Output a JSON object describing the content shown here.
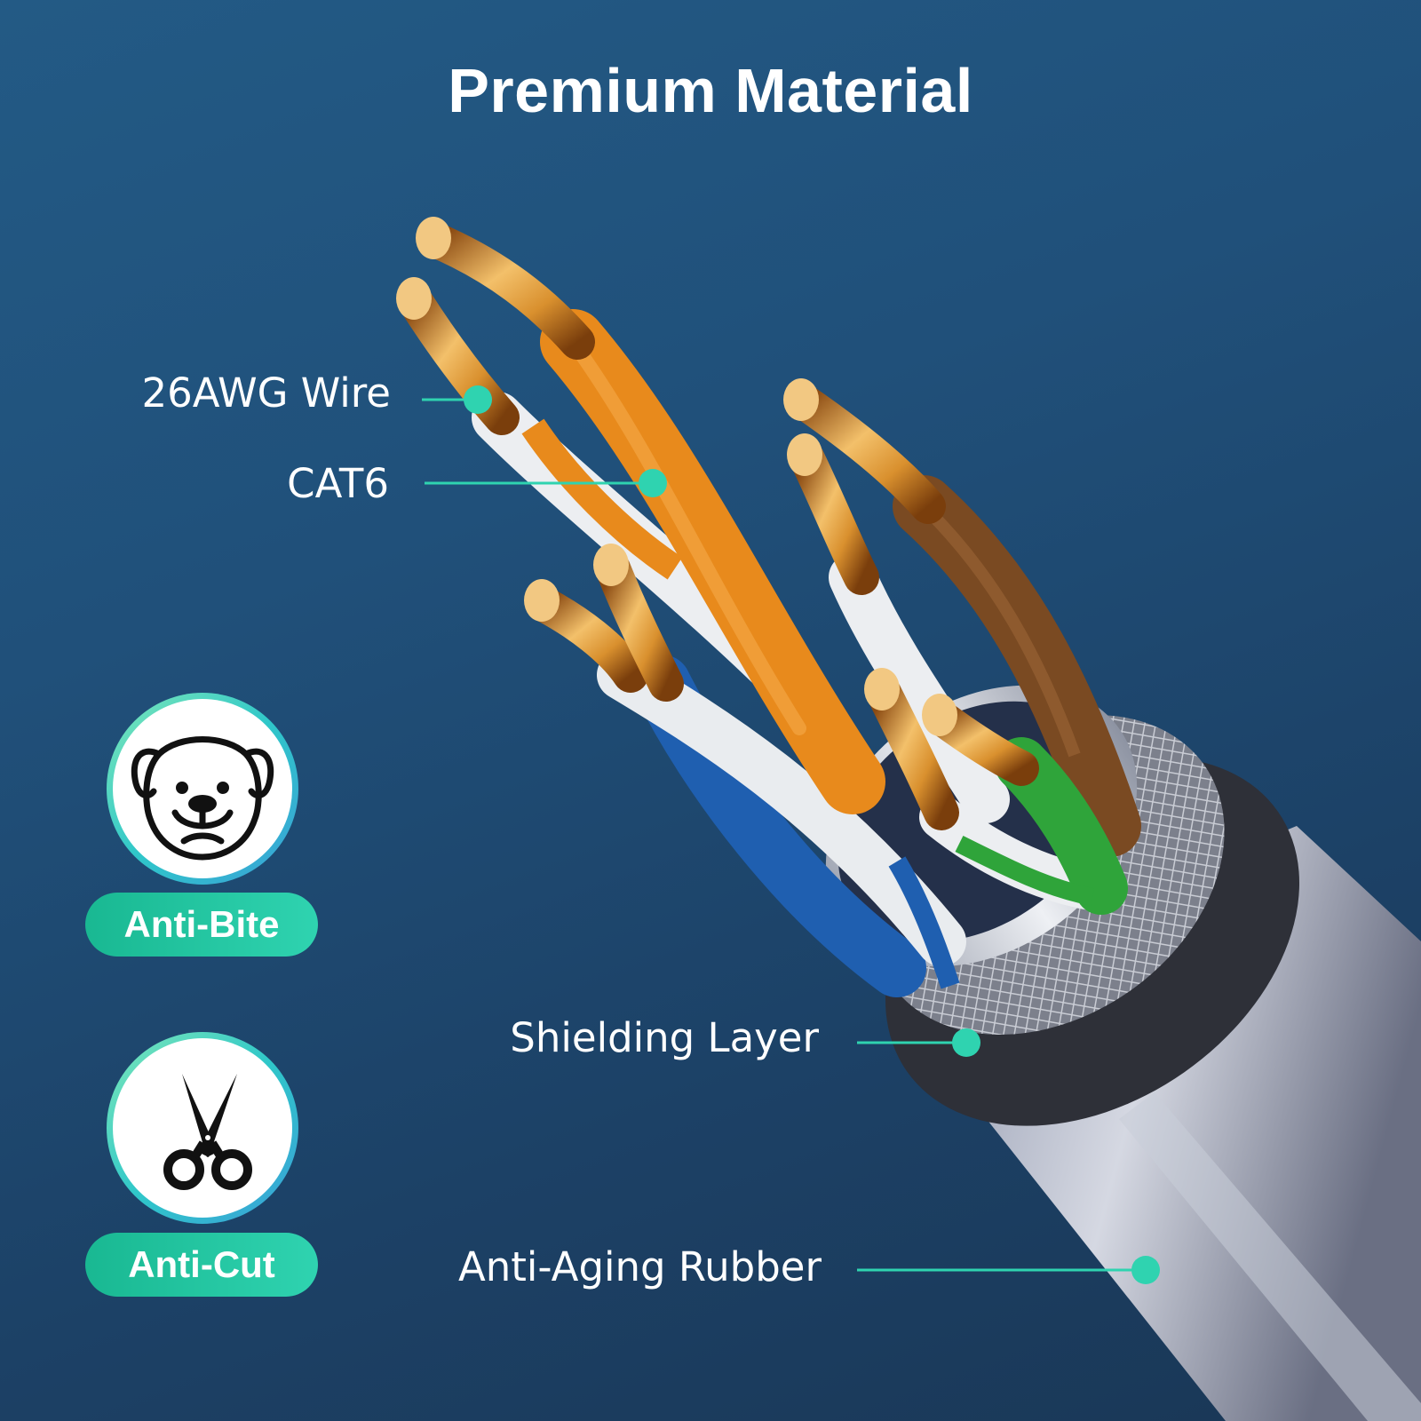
{
  "title": "Premium Material",
  "callouts": {
    "wire": "26AWG Wire",
    "cat6": "CAT6",
    "shielding": "Shielding Layer",
    "rubber": "Anti-Aging Rubber"
  },
  "features": [
    {
      "label": "Anti-Bite",
      "icon": "dog-face-icon"
    },
    {
      "label": "Anti-Cut",
      "icon": "scissors-icon"
    }
  ],
  "colors": {
    "accent": "#2fd3b0",
    "background": "#20507a",
    "copper": "#d9902e",
    "orange_wire": "#e88a1c",
    "blue_wire": "#1f5fb0",
    "brown_wire": "#7a4a22",
    "green_wire": "#2fa43a"
  }
}
